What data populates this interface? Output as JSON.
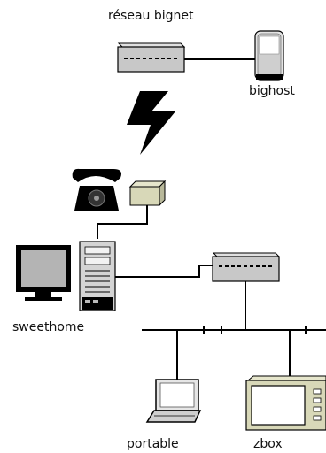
{
  "labels": {
    "reseau": "réseau bignet",
    "bighost": "bighost",
    "sweethome": "sweethome",
    "portable": "portable",
    "zbox": "zbox"
  },
  "colors": {
    "device_fill": "#c8c8c8",
    "modem_fill": "#d8d8b8",
    "line": "#000000",
    "screen_fill": "#b4b4b4"
  },
  "icons": {
    "internet_switch": "switch-icon",
    "bighost": "server-icon",
    "link": "lightning-bolt-icon",
    "telephone": "telephone-icon",
    "modem": "modem-box-icon",
    "monitor": "monitor-icon",
    "tower": "desktop-tower-icon",
    "lan_switch": "switch-icon",
    "laptop": "laptop-icon",
    "zbox": "media-box-icon"
  }
}
